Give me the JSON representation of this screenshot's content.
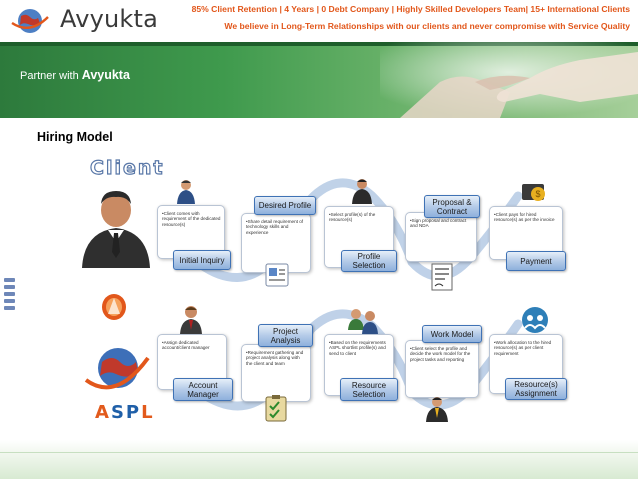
{
  "header": {
    "logo_text": "Avyukta",
    "tagline_1": "85% Client Retention | 4 Years | 0 Debt Company | Highly Skilled Developers Team| 15+ International Clients",
    "tagline_2": "We believe in Long-Term Relationships with our clients and never compromise with Service Quality"
  },
  "banner": {
    "partner_prefix": "Partner with ",
    "partner_brand": "Avyukta"
  },
  "content": {
    "title": "Hiring Model",
    "client_label": "Client",
    "aspl_label": "ASPL",
    "top_row": [
      {
        "label": "Initial Inquiry",
        "card_text": "•Client comes with requirement of the dedicated resource(s)"
      },
      {
        "label": "Desired Profile",
        "card_text": "•Share detail requirement of technology skills and experience"
      },
      {
        "label": "Profile Selection",
        "card_text": "•Select profile(s) of the resource(s)"
      },
      {
        "label": "Proposal & Contract",
        "card_text": "•Sign proposal and contract and NDA"
      },
      {
        "label": "Payment",
        "card_text": "•Client pays for hired resource(s) as per the invoice"
      }
    ],
    "bottom_row": [
      {
        "label": "Account Manager",
        "card_text": "•Assign dedicated account/client manager"
      },
      {
        "label": "Project Analysis",
        "card_text": "•Requirement gathering and project analysis along with the client and team"
      },
      {
        "label": "Resource Selection",
        "card_text": "•Based on the requirements ASPL shortlist profile(s) and send to client"
      },
      {
        "label": "Work Model",
        "card_text": "•Client select the profile and decide the work model for the project tasks and reporting"
      },
      {
        "label": "Resource(s) Assignment",
        "card_text": "•Work allocation to the hired resource(s) as per client requirement"
      }
    ]
  },
  "colors": {
    "accent_orange": "#e2571b",
    "banner_green": "#3f9a4d",
    "label_blue": "#8eb0dc"
  }
}
